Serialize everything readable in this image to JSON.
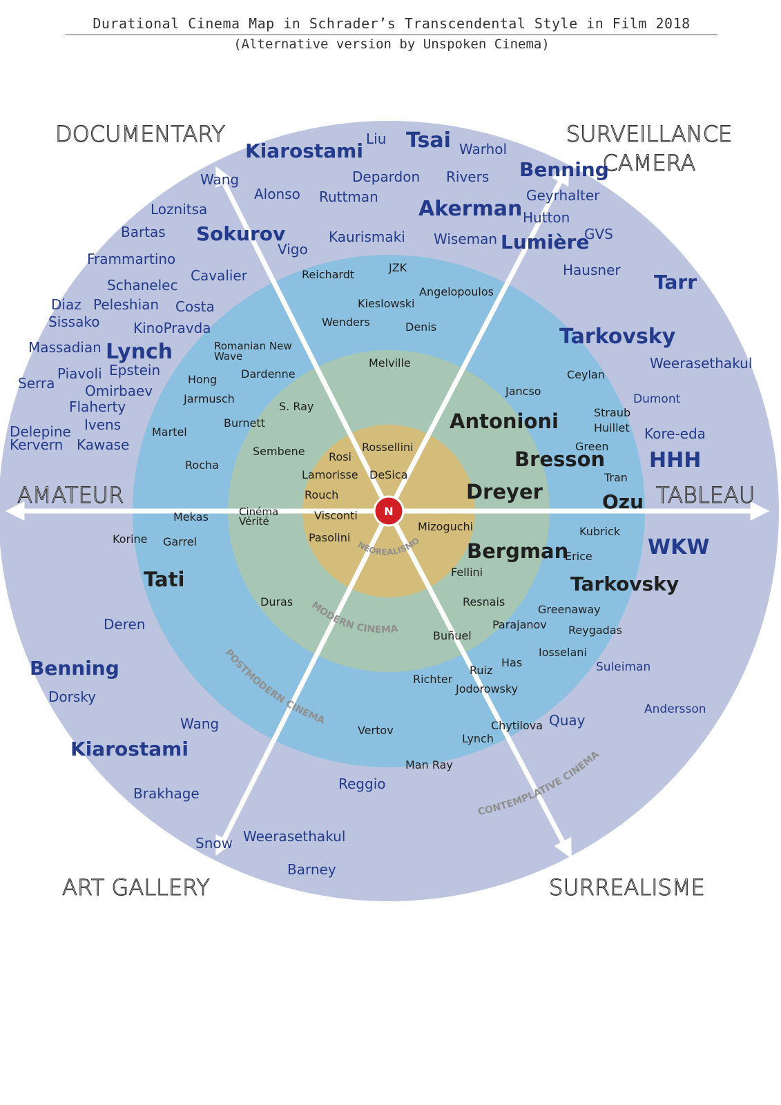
{
  "header": {
    "title": "Durational Cinema Map in Schrader’s Transcendental Style in Film 2018",
    "subtitle": "(Alternative version by Unspoken Cinema)"
  },
  "colors": {
    "outer_ring": "#bcc4df",
    "blue_ring": "#8cc0e0",
    "green_ring": "#a7c6b3",
    "core": "#d4bd7a",
    "arrows": "#ffffff",
    "outer_text": "#243a8a",
    "inner_text": "#1f1f1f",
    "era_label": "#8f8f8f",
    "center_dot": "#d21f26",
    "direction_label": "#333333"
  },
  "center_label": "N",
  "directions": [
    "DOCUMENTARY",
    "SURVEILLANCE CAMERA",
    "TABLEAU",
    "SURREALISME",
    "ART GALLERY",
    "AMATEUR"
  ],
  "eras": [
    "NEOREALISMO",
    "MODERN CINEMA",
    "POSTMODERN CINEMA",
    "CONTEMPLATIVE CINEMA"
  ],
  "outer_names": [
    "Kiarostami",
    "Liu",
    "Tsai",
    "Warhol",
    "Benning",
    "Wang",
    "Alonso",
    "Depardon",
    "Rivers",
    "Ruttman",
    "Geyrhalter",
    "Akerman",
    "Loznitsa",
    "Hutton",
    "Bartas",
    "Sokurov",
    "Kaurismaki",
    "Wiseman",
    "Lumière",
    "GVS",
    "Vigo",
    "Frammartino",
    "Hausner",
    "Cavalier",
    "Tarr",
    "Schanelec",
    "Diaz",
    "Peleshian",
    "Costa",
    "Sissako",
    "KinoPravda",
    "Tarkovsky",
    "Massadian",
    "Lynch",
    "Weerasethakul",
    "Epstein",
    "Piavoli",
    "Serra",
    "Omirbaev",
    "Dumont",
    "Flaherty",
    "Ivens",
    "Delepine",
    "Kore-eda",
    "Kervern",
    "Kawase",
    "HHH",
    "WKW",
    "Deren",
    "Benning",
    "Dorsky",
    "Suleiman",
    "Andersson",
    "Wang",
    "Quay",
    "Kiarostami",
    "Reggio",
    "Brakhage",
    "Snow",
    "Weerasethakul",
    "Barney"
  ],
  "inner_names": [
    "Reichardt",
    "JZK",
    "Angelopoulos",
    "Kieslowski",
    "Wenders",
    "Denis",
    "Romanian New Wave",
    "Melville",
    "Dardenne",
    "Ceylan",
    "Hong",
    "Jancso",
    "Jarmusch",
    "Straub Huillet",
    "S. Ray",
    "Antonioni",
    "Burnett",
    "Martel",
    "Green",
    "Rossellini",
    "Sembene",
    "Rosi",
    "Bresson",
    "Rocha",
    "Lamorisse",
    "DeSica",
    "Tran",
    "Rouch",
    "Dreyer",
    "Ozu",
    "Mekas",
    "Cinéma Vérité",
    "Visconti",
    "Mizoguchi",
    "Kubrick",
    "Korine",
    "Garrel",
    "Pasolini",
    "Bergman",
    "Erice",
    "Fellini",
    "Tati",
    "Tarkovsky",
    "Duras",
    "Resnais",
    "Greenaway",
    "Parajanov",
    "Reygadas",
    "Buñuel",
    "Iosselani",
    "Has",
    "Ruiz",
    "Richter",
    "Jodorowsky",
    "Chytilova",
    "Vertov",
    "Lynch",
    "Man Ray"
  ]
}
